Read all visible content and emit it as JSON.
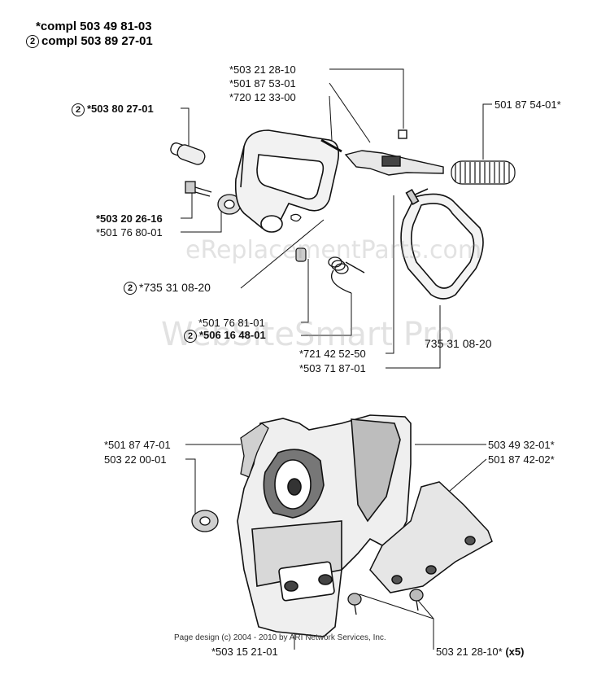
{
  "header": {
    "line1": "*compl 503 49 81-03",
    "line2_marker": "2",
    "line2": "compl 503 89 27-01"
  },
  "watermarks": {
    "primary": "eReplacementParts.com",
    "secondary": "WebSiteSmart Pro"
  },
  "labels": {
    "l_503_21_28_10": "*503 21 28-10",
    "l_501_87_53_01": "*501 87 53-01",
    "l_720_12_33_00": "*720 12 33-00",
    "l_501_87_54_01": "501 87 54-01*",
    "l_503_80_27_01_marker": "2",
    "l_503_80_27_01": "*503 80 27-01",
    "l_503_20_26_16": "*503 20 26-16",
    "l_501_76_80_01": "*501 76 80-01",
    "l_735_31_08_20_marker": "2",
    "l_735_31_08_20_a": "*735 31 08-20",
    "l_501_76_81_01": "*501 76 81-01",
    "l_506_16_48_01_marker": "2",
    "l_506_16_48_01": "*506 16 48-01",
    "l_721_42_52_50": "*721 42 52-50",
    "l_503_71_87_01": "*503 71 87-01",
    "l_735_31_08_20_b": "735 31 08-20",
    "l_501_87_47_01": "*501 87 47-01",
    "l_503_22_00_01": "503 22 00-01",
    "l_503_49_32_01": "503 49 32-01*",
    "l_501_87_42_02": "501 87 42-02*",
    "l_503_15_21_01": "*503 15 21-01",
    "l_503_21_28_10_x5": "503 21 28-10*",
    "l_x5_suffix": "(x5)"
  },
  "footer": {
    "credit": "Page design (c) 2004 - 2010 by ARI Network Services, Inc."
  }
}
